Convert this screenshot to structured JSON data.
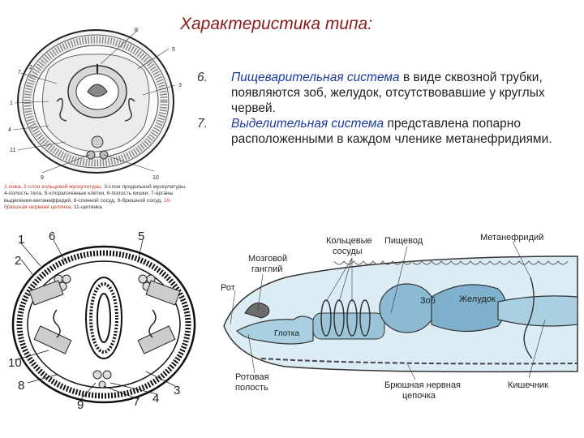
{
  "slide": {
    "title": "Характеристика типа:",
    "points": [
      {
        "num": "6.",
        "term": "Пищеварительная система",
        "text": " в виде сквозной трубки, появляются зоб, желудок, отсутствовавшие у круглых червей."
      },
      {
        "num": "7.",
        "term": "Выделительная система",
        "text": " представлена попарно расположенными в каждом членике метанефридиями."
      }
    ]
  },
  "figure1": {
    "numbers": [
      "8",
      "5",
      "3",
      "2",
      "7",
      "1",
      "4",
      "11",
      "9",
      "10"
    ],
    "caption": [
      {
        "text": "1-кожа, ",
        "red": true
      },
      {
        "text": "2-слои кольцевой мускулатуры, ",
        "red": true
      },
      {
        "text": "3-слои продольной мускулатуры, 4-полость тела, 5-хлорагогенные клетки, 6-полость кишки, 7-органы выделения-метанефридий, 8-спинной сосуд, ",
        "red": false
      },
      {
        "text": "9-брюшной сосуд, ",
        "red": false
      },
      {
        "text": "10-брюшная нервная цепочка",
        "red": true
      },
      {
        "text": ", 11-щетинка",
        "red": false
      }
    ]
  },
  "figure2": {
    "numbers": [
      "1",
      "6",
      "5",
      "2",
      "10",
      "8",
      "9",
      "7",
      "4",
      "3"
    ]
  },
  "figure3": {
    "labels": {
      "ring_vessels": [
        "Кольцевые",
        "сосуды"
      ],
      "esophagus": "Пищевод",
      "metanephridium": "Метанефридий",
      "brain": [
        "Мозговой",
        "ганглий"
      ],
      "mouth": "Рот",
      "crop": "Зоб",
      "stomach": "Желудок",
      "pharynx": "Глотка",
      "mouth_cavity": [
        "Ротовая",
        "полость"
      ],
      "nerve_chain": [
        "Брюшная нервная",
        "цепочка"
      ],
      "intestine": "Кишечник"
    }
  }
}
